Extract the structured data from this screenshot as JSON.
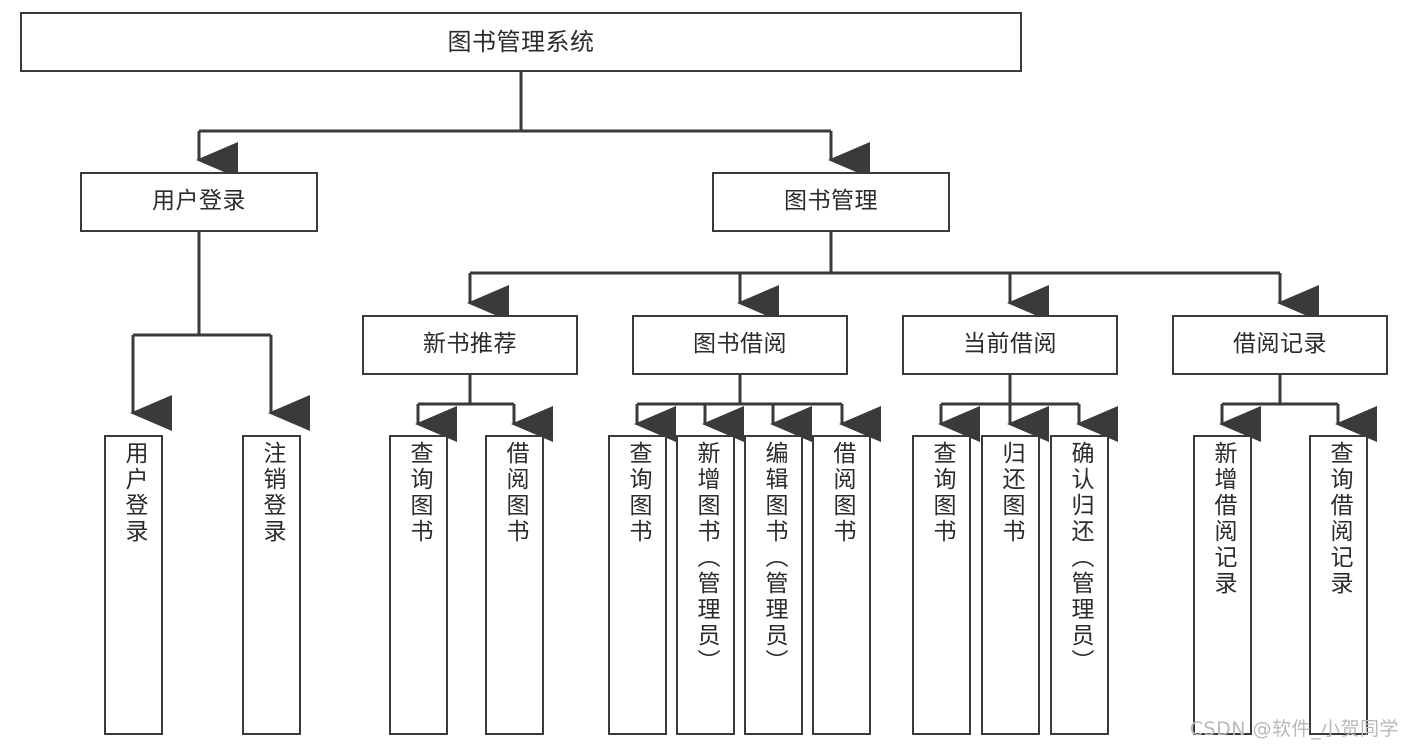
{
  "diagram": {
    "title": "图书管理系统",
    "type": "tree",
    "line_color": "#3a3a3a",
    "box_fill": "#ffffff",
    "text_color": "#2b2b2b",
    "watermark": "CSDN @软件_小贺同学",
    "nodes": {
      "root": {
        "label": "图书管理系统"
      },
      "level2": [
        {
          "label": "用户登录"
        },
        {
          "label": "图书管理"
        }
      ],
      "level3": [
        {
          "label": "新书推荐"
        },
        {
          "label": "图书借阅"
        },
        {
          "label": "当前借阅"
        },
        {
          "label": "借阅记录"
        }
      ],
      "leaves": {
        "user_login": [
          {
            "label": "用户登录"
          },
          {
            "label": "注销登录"
          }
        ],
        "new_book": [
          {
            "label": "查询图书"
          },
          {
            "label": "借阅图书"
          }
        ],
        "book_borrow": [
          {
            "label": "查询图书"
          },
          {
            "label": "新增图书（管理员）"
          },
          {
            "label": "编辑图书（管理员）"
          },
          {
            "label": "借阅图书"
          }
        ],
        "current_borrow": [
          {
            "label": "查询图书"
          },
          {
            "label": "归还图书"
          },
          {
            "label": "确认归还（管理员）"
          }
        ],
        "borrow_record": [
          {
            "label": "新增借阅记录"
          },
          {
            "label": "查询借阅记录"
          }
        ]
      }
    }
  }
}
